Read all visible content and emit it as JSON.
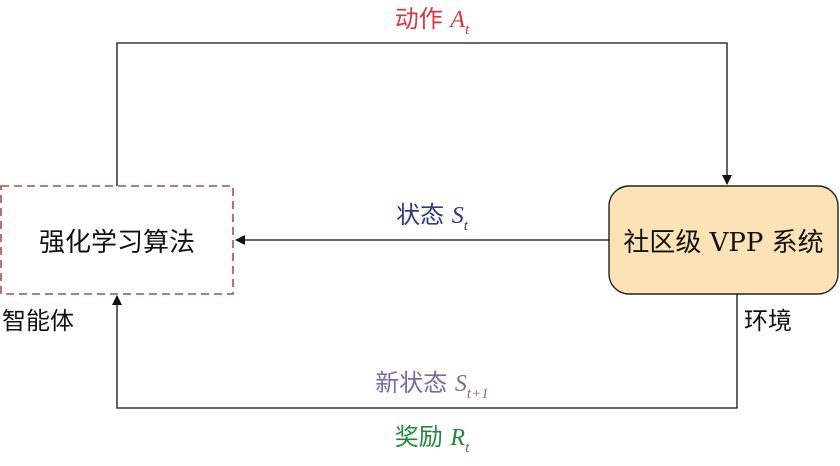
{
  "agent_box": {
    "label": "强化学习算法",
    "caption": "智能体",
    "border_color": "#a0524d"
  },
  "env_box": {
    "label": "社区级 VPP 系统",
    "caption": "环境",
    "fill_color": "#fbe3b6"
  },
  "edges": {
    "action": {
      "text": "动作",
      "symbol": "A",
      "sub": "t",
      "color": "#d9363e"
    },
    "state": {
      "text": "状态",
      "symbol": "S",
      "sub": "t",
      "color": "#2e3a87"
    },
    "new_state": {
      "text": "新状态",
      "symbol": "S",
      "sub": "t+1",
      "color": "#7b6aa6"
    },
    "reward": {
      "text": "奖励",
      "symbol": "R",
      "sub": "t",
      "color": "#1f8a3a"
    }
  }
}
